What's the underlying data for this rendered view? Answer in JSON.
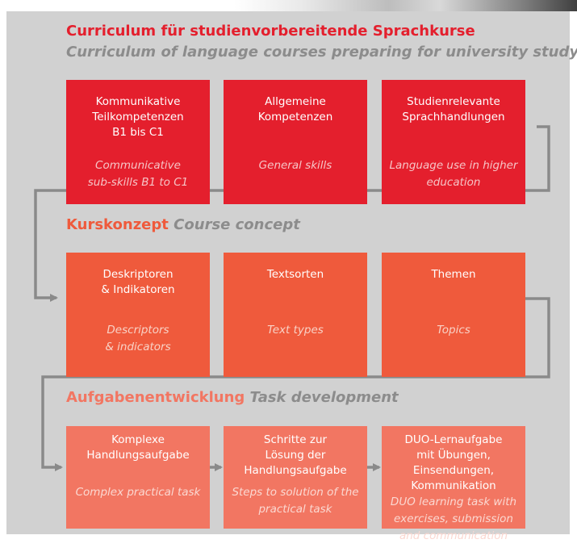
{
  "section1": {
    "title_de": "Curriculum für studienvorbereitende Sprachkurse",
    "title_en": "Curriculum of language courses preparing for university study",
    "boxes": [
      {
        "de": [
          "Kommunikative",
          "Teilkompetenzen",
          "B1 bis C1"
        ],
        "en": [
          "Communicative",
          "sub-skills B1 to C1"
        ]
      },
      {
        "de": [
          "Allgemeine",
          "Kompetenzen"
        ],
        "en": [
          "General skills"
        ]
      },
      {
        "de": [
          "Studienrelevante",
          "Sprachhandlungen"
        ],
        "en": [
          "Language use in higher",
          "education"
        ]
      }
    ]
  },
  "section2": {
    "title_de": "Kurskonzept",
    "title_en": "Course concept",
    "boxes": [
      {
        "de": [
          "Deskriptoren",
          "& Indikatoren"
        ],
        "en": [
          "Descriptors",
          "& indicators"
        ]
      },
      {
        "de": [
          "Textsorten"
        ],
        "en": [
          "Text types"
        ]
      },
      {
        "de": [
          "Themen"
        ],
        "en": [
          "Topics"
        ]
      }
    ]
  },
  "section3": {
    "title_de": "Aufgabenentwicklung",
    "title_en": "Task development",
    "boxes": [
      {
        "de": [
          "Komplexe",
          "Handlungsaufgabe"
        ],
        "en": [
          "Complex practical task"
        ]
      },
      {
        "de": [
          "Schritte zur",
          "Lösung der",
          "Handlungsaufgabe"
        ],
        "en": [
          "Steps to solution of the",
          "practical task"
        ]
      },
      {
        "de": [
          "DUO-Lernaufgabe",
          "mit Übungen,",
          "Einsendungen,",
          "Kommunikation"
        ],
        "en": [
          "DUO learning task with",
          "exercises, submission",
          "and communication"
        ]
      }
    ]
  },
  "colors": {
    "panel": "#d1d1d1",
    "row1": "#e41f2d",
    "row2": "#ef5a3c",
    "row3": "#f27662",
    "connector": "#8a8a8a",
    "subtitle": "#8c8c8c"
  }
}
